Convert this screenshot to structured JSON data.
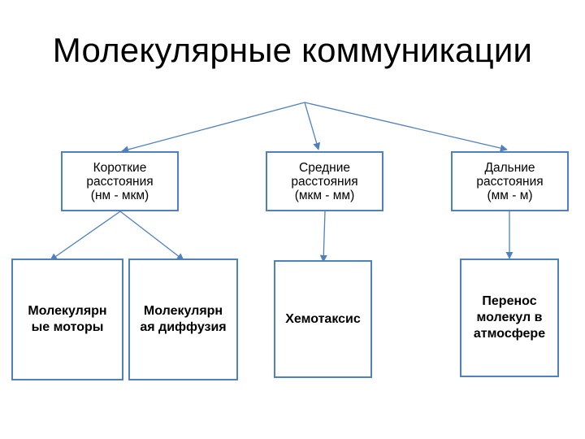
{
  "title": "Молекулярные коммуникации",
  "categories": [
    {
      "label": "Короткие\nрасстояния\n(нм - мкм)"
    },
    {
      "label": "Средние\nрасстояния\n(мкм - мм)"
    },
    {
      "label": "Дальние\nрасстояния\n(мм - м)"
    }
  ],
  "leaves": [
    {
      "label": "Молекулярн\nые моторы"
    },
    {
      "label": "Молекулярн\nая диффузия"
    },
    {
      "label": "Хемотаксис"
    },
    {
      "label": "Перенос\nмолекул в\nатмосфере"
    }
  ],
  "colors": {
    "border": "#4f81bd",
    "connector": "#4f81bd"
  }
}
